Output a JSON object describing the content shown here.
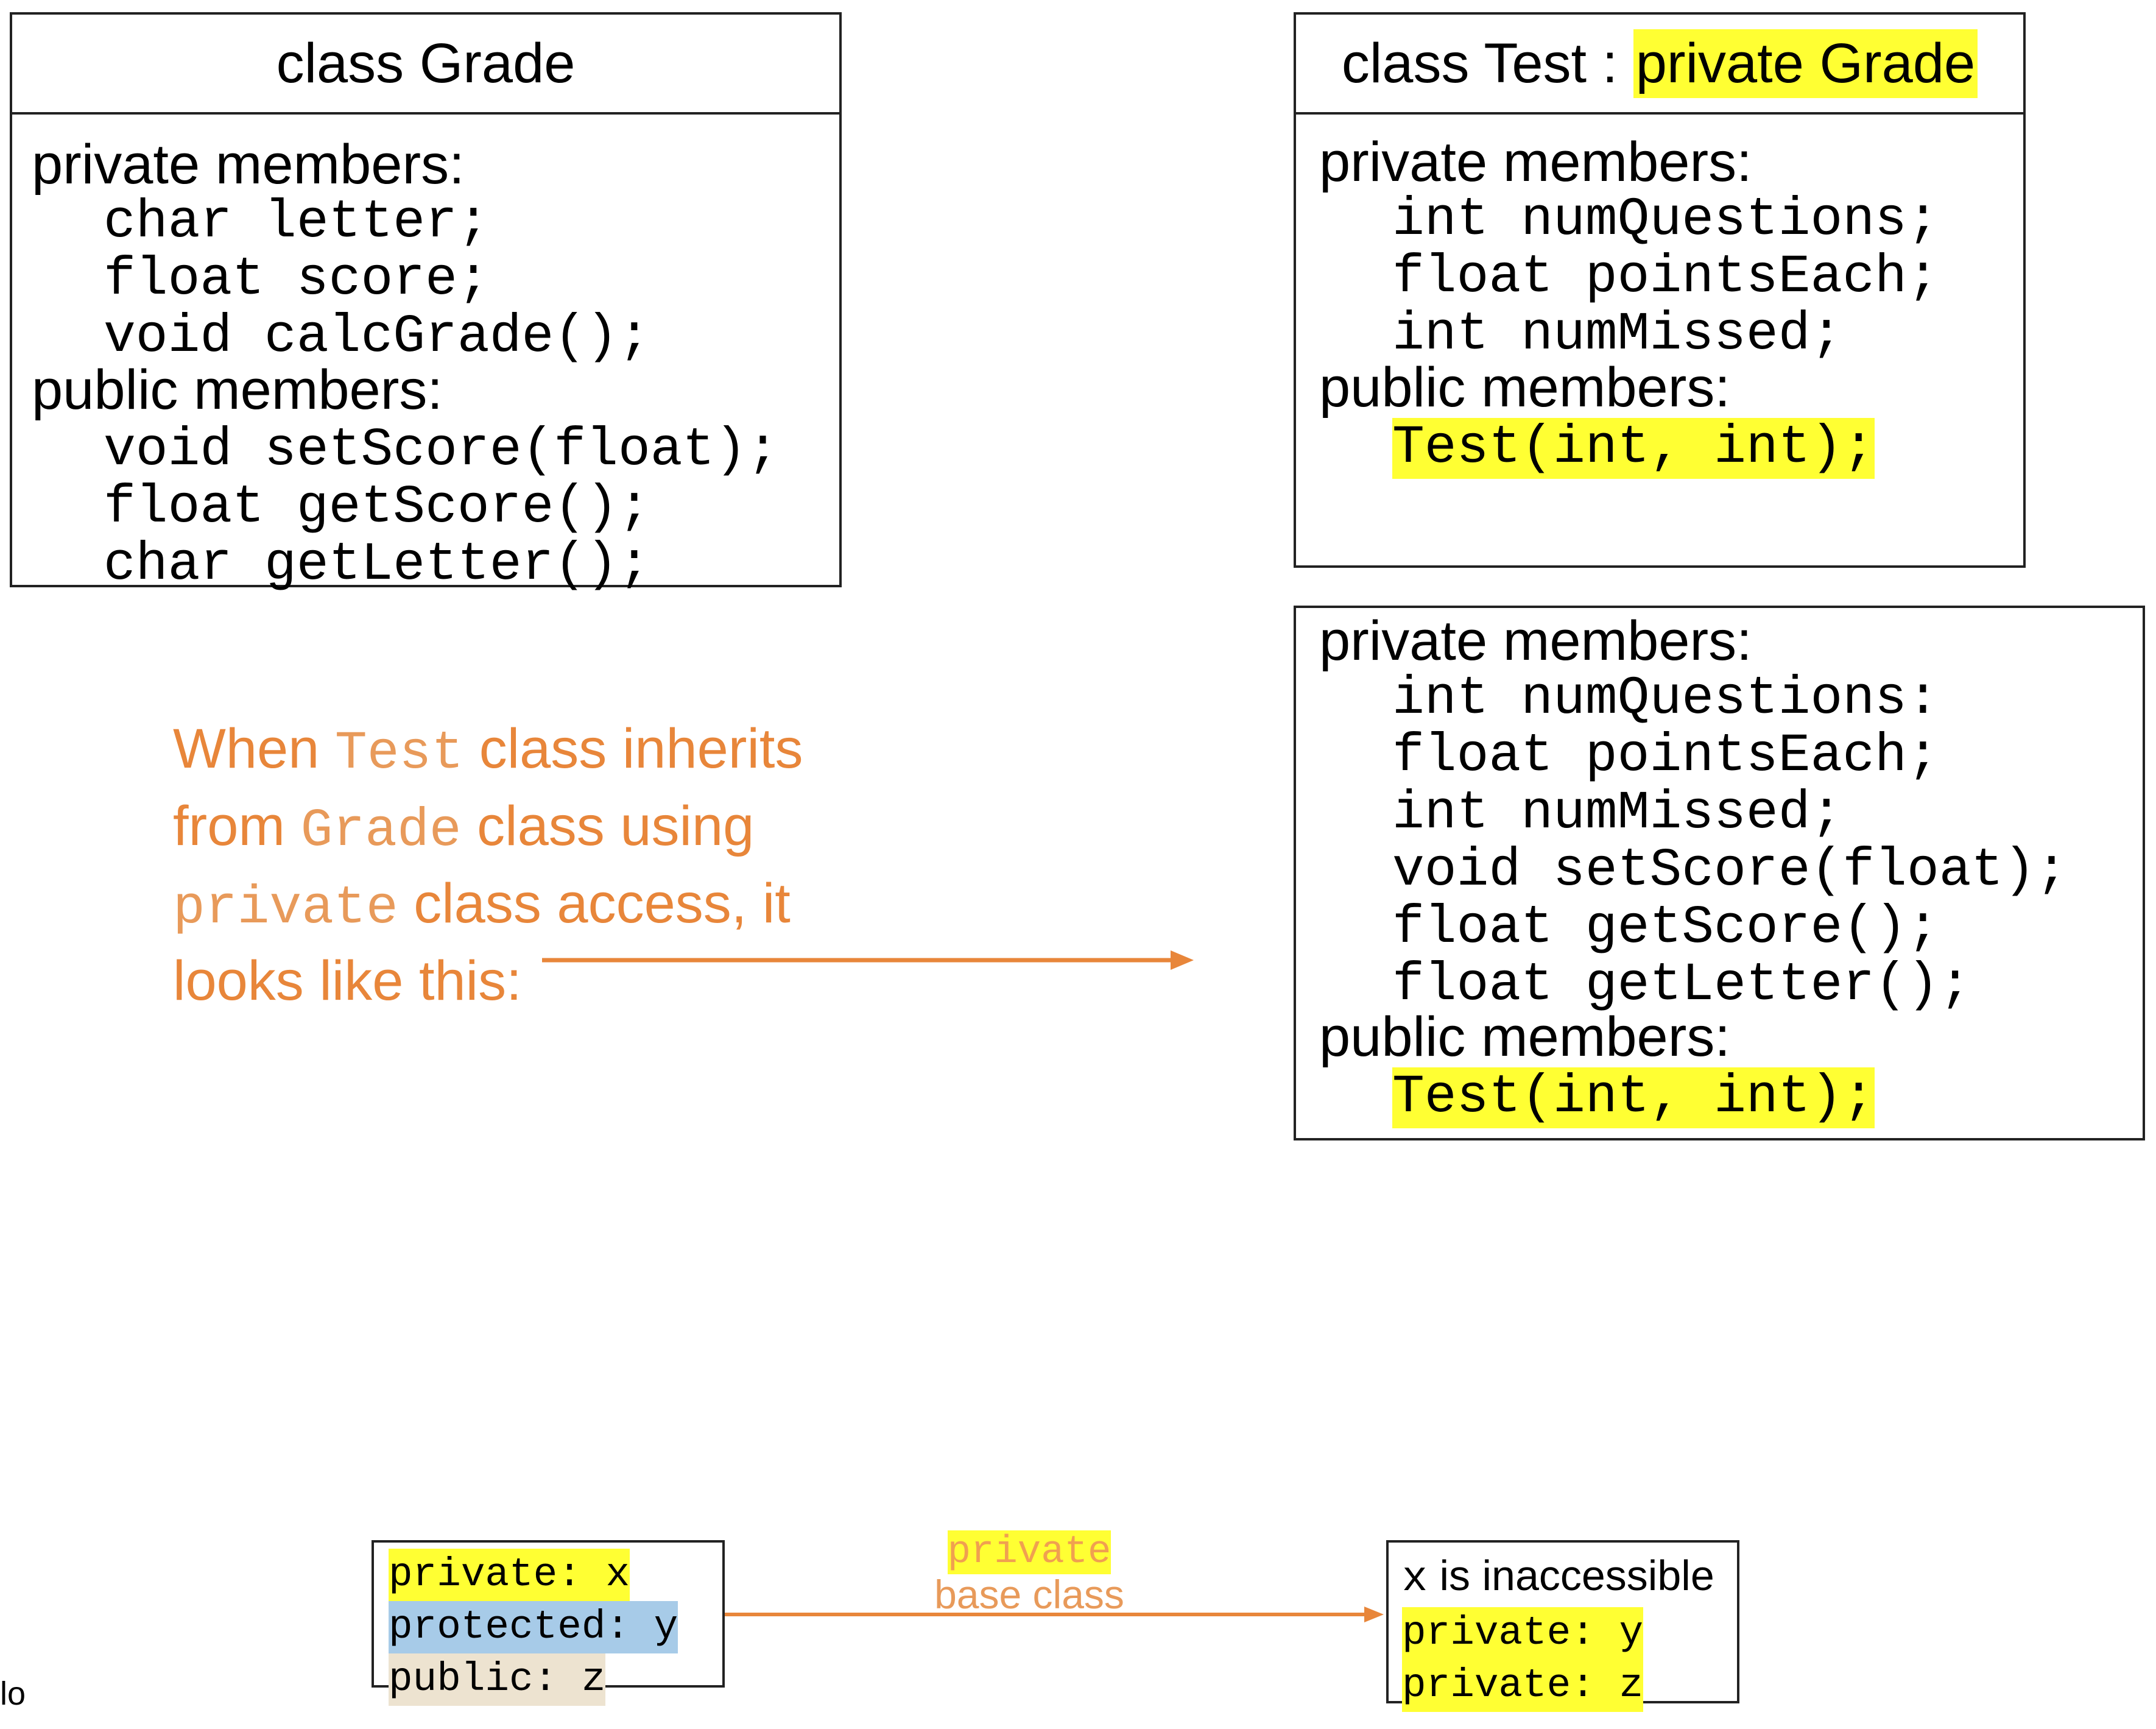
{
  "grade_box": {
    "title": "class Grade",
    "private_label": "private members:",
    "private_items": [
      "char letter;",
      "float score;",
      "void calcGrade();"
    ],
    "public_label": "public members:",
    "public_items": [
      "void setScore(float);",
      "float getScore();",
      "char getLetter();"
    ]
  },
  "test_box": {
    "title_prefix": "class Test : ",
    "title_highlight": "private Grade",
    "private_label": "private members:",
    "private_items": [
      "int numQuestions;",
      "float pointsEach;",
      "int numMissed;"
    ],
    "public_label": "public members:",
    "public_items": [
      "Test(int, int);"
    ]
  },
  "result_box": {
    "private_label": "private members:",
    "private_items": [
      "int numQuestions:",
      "float pointsEach;",
      "int numMissed;",
      "void setScore(float);",
      "float getScore();",
      "float getLetter();"
    ],
    "public_label": "public members:",
    "public_items": [
      "Test(int, int);"
    ]
  },
  "note": {
    "part1": "When ",
    "code1": "Test",
    "part2": " class inherits",
    "part3": "from ",
    "code2": "Grade",
    "part4": " class using",
    "code3": "private",
    "part5": " class access, it",
    "part6": "looks like this:"
  },
  "mini_left": {
    "private_line": "private: x",
    "protected_line": "protected: y",
    "public_line": "public: z"
  },
  "mini_arrow": {
    "top": "private",
    "bottom": "base class"
  },
  "mini_right": {
    "x_code": "x",
    "x_text": " is inaccessible",
    "line2": "private: y",
    "line3": "private: z"
  },
  "corner_text": "lo",
  "colors": {
    "highlight": "#ffff33",
    "protected_highlight": "#a7cbe8",
    "public_highlight": "#ede3d0",
    "annotation": "#e8863a"
  }
}
